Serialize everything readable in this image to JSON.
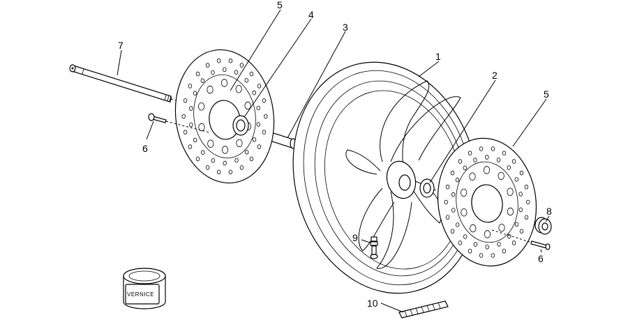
{
  "callouts": [
    {
      "id": "c1",
      "text": "1"
    },
    {
      "id": "c2",
      "text": "2"
    },
    {
      "id": "c3",
      "text": "3"
    },
    {
      "id": "c4",
      "text": "4"
    },
    {
      "id": "c5a",
      "text": "5"
    },
    {
      "id": "c5b",
      "text": "5"
    },
    {
      "id": "c6a",
      "text": "6"
    },
    {
      "id": "c6b",
      "text": "6"
    },
    {
      "id": "c7",
      "text": "7"
    },
    {
      "id": "c8",
      "text": "8"
    },
    {
      "id": "c9",
      "text": "9"
    },
    {
      "id": "c10",
      "text": "10"
    }
  ],
  "paint_can": {
    "label": "VERNICE"
  }
}
